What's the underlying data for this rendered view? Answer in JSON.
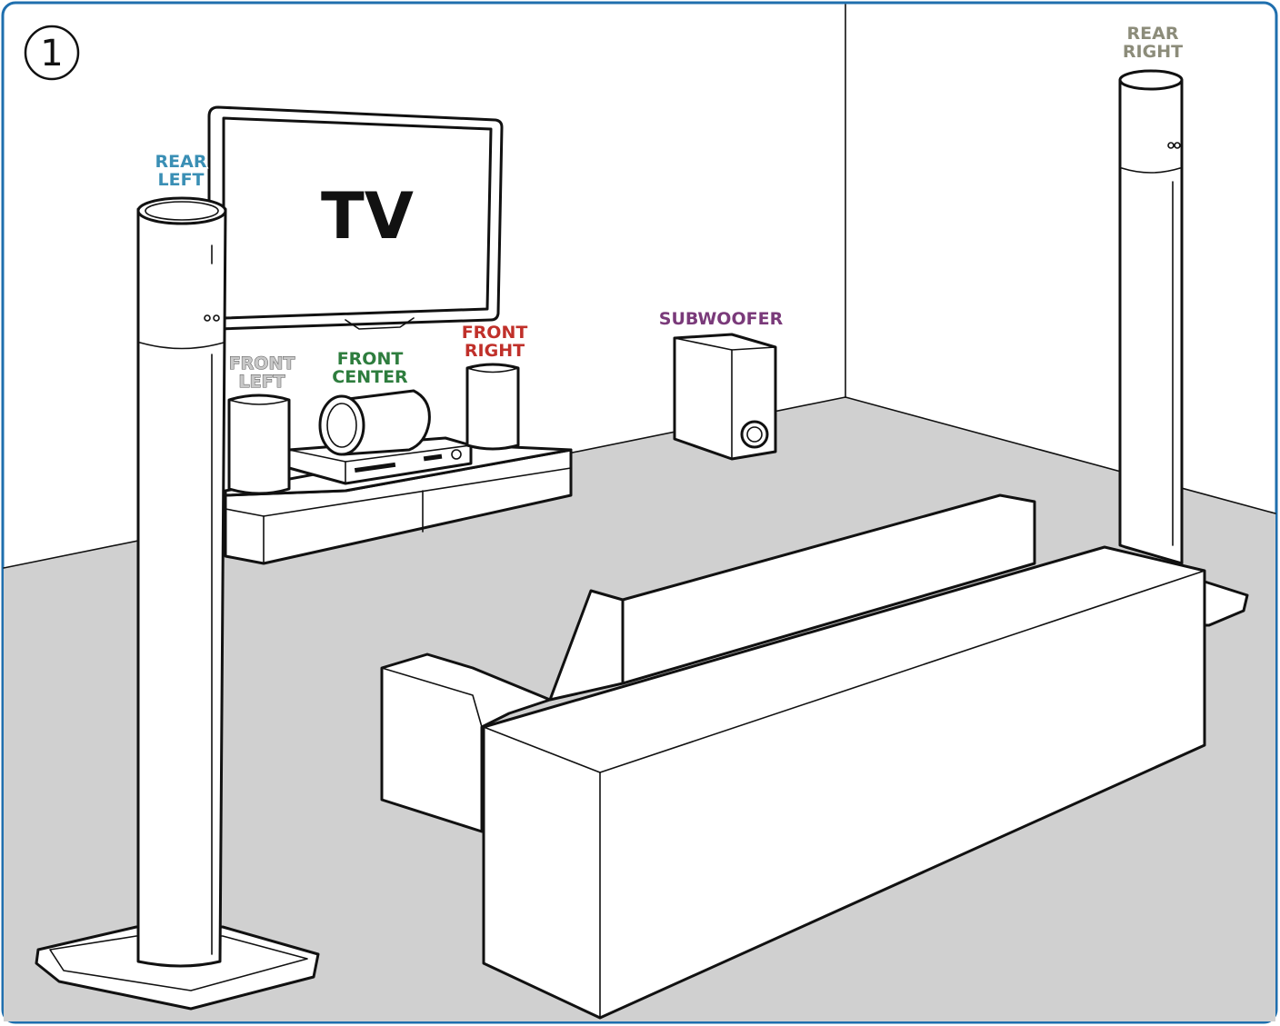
{
  "step": {
    "number": "1"
  },
  "labels": {
    "tv": "TV",
    "rear_left": [
      "REAR",
      "LEFT"
    ],
    "rear_right": [
      "REAR",
      "RIGHT"
    ],
    "front_left": [
      "FRONT",
      "LEFT"
    ],
    "front_center": [
      "FRONT",
      "CENTER"
    ],
    "front_right": [
      "FRONT",
      "RIGHT"
    ],
    "subwoofer": "SUBWOOFER"
  },
  "colors": {
    "frame_border": "#1f6fae",
    "floor": "#d0d0d0",
    "rear_left": "#3a8fb5",
    "rear_right": "#8c8c7a",
    "front_left": "#c8c8c8",
    "front_center": "#2e7d3e",
    "front_right": "#c0302a",
    "subwoofer": "#7a3a7a"
  }
}
